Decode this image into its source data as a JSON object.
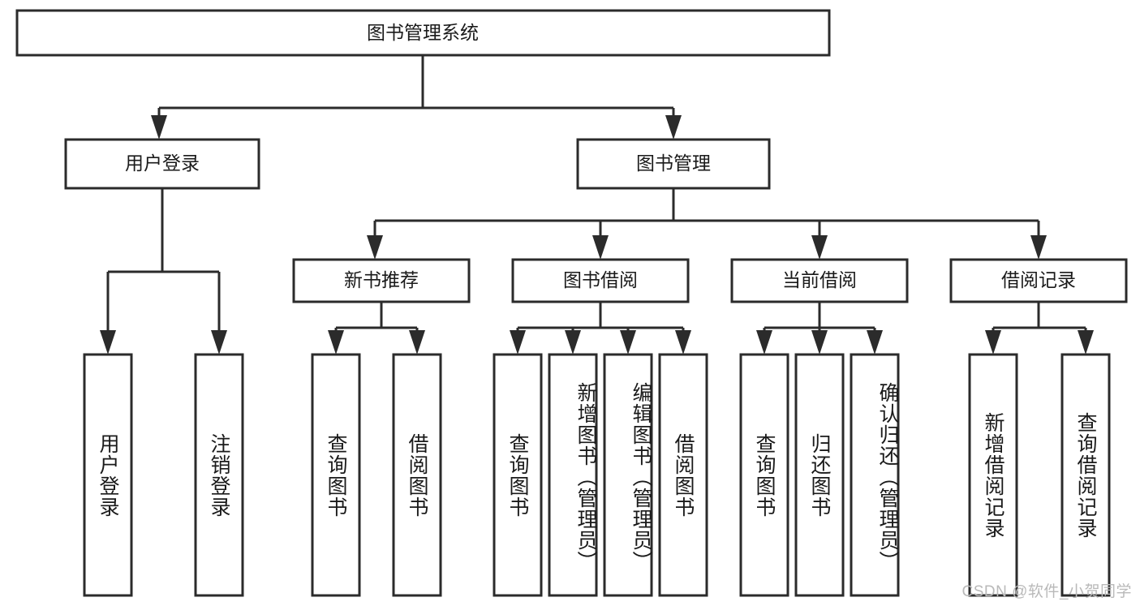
{
  "diagram": {
    "type": "hierarchy-tree",
    "title": "图书管理系统",
    "watermark": "CSDN @软件_小贺同学",
    "colors": {
      "stroke": "#2b2b2b",
      "fill": "#ffffff",
      "text": "#1a1a1a",
      "watermark": "#b9b9b9"
    },
    "levels": {
      "root": "图书管理系统",
      "level2": [
        "用户登录",
        "图书管理"
      ],
      "level3": [
        "新书推荐",
        "图书借阅",
        "当前借阅",
        "借阅记录"
      ]
    },
    "nodes": {
      "root": {
        "label": "图书管理系统"
      },
      "user_login": {
        "label": "用户登录"
      },
      "book_manage": {
        "label": "图书管理"
      },
      "new_book_rec": {
        "label": "新书推荐"
      },
      "book_borrow": {
        "label": "图书借阅"
      },
      "current_borrow": {
        "label": "当前借阅"
      },
      "borrow_record": {
        "label": "借阅记录"
      }
    },
    "leaves": {
      "user_login": [
        {
          "label": "用户登录"
        },
        {
          "label": "注销登录"
        }
      ],
      "new_book_rec": [
        {
          "label": "查询图书"
        },
        {
          "label": "借阅图书"
        }
      ],
      "book_borrow": [
        {
          "label": "查询图书"
        },
        {
          "label": "新增图书（管理员）"
        },
        {
          "label": "编辑图书（管理员）"
        },
        {
          "label": "借阅图书"
        }
      ],
      "current_borrow": [
        {
          "label": "查询图书"
        },
        {
          "label": "归还图书"
        },
        {
          "label": "确认归还（管理员）"
        }
      ],
      "borrow_record": [
        {
          "label": "新增借阅记录"
        },
        {
          "label": "查询借阅记录"
        }
      ]
    }
  }
}
